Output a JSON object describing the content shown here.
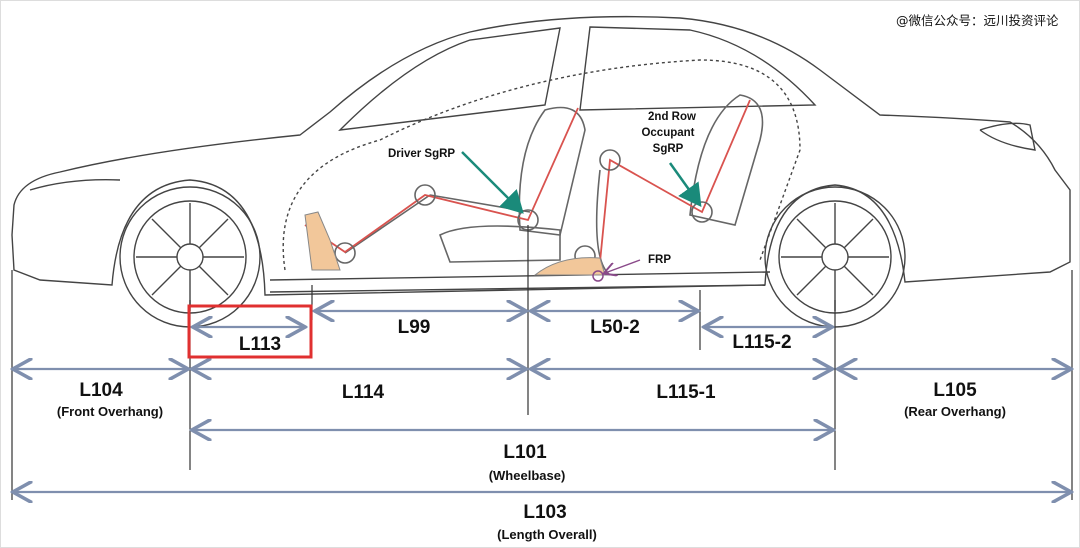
{
  "watermark": "@微信公众号：远川投资评论",
  "annotations": {
    "driver_sgrp": "Driver SgRP",
    "second_row_line1": "2nd Row",
    "second_row_line2": "Occupant",
    "second_row_line3": "SgRP",
    "frp": "FRP"
  },
  "dimensions": {
    "l113": "L113",
    "l99": "L99",
    "l50_2": "L50-2",
    "l115_2": "L115-2",
    "l104": "L104",
    "l104_desc": "(Front Overhang)",
    "l114": "L114",
    "l115_1": "L115-1",
    "l105": "L105",
    "l105_desc": "(Rear Overhang)",
    "l101": "L101",
    "l101_desc": "(Wheelbase)",
    "l103": "L103",
    "l103_desc": "(Length Overall)"
  },
  "colors": {
    "highlight": "#e03030",
    "dimension": "#7f8fae",
    "skeleton": "#d9534f",
    "arrow": "#1a8a7a",
    "foot": "#f2c79a"
  }
}
